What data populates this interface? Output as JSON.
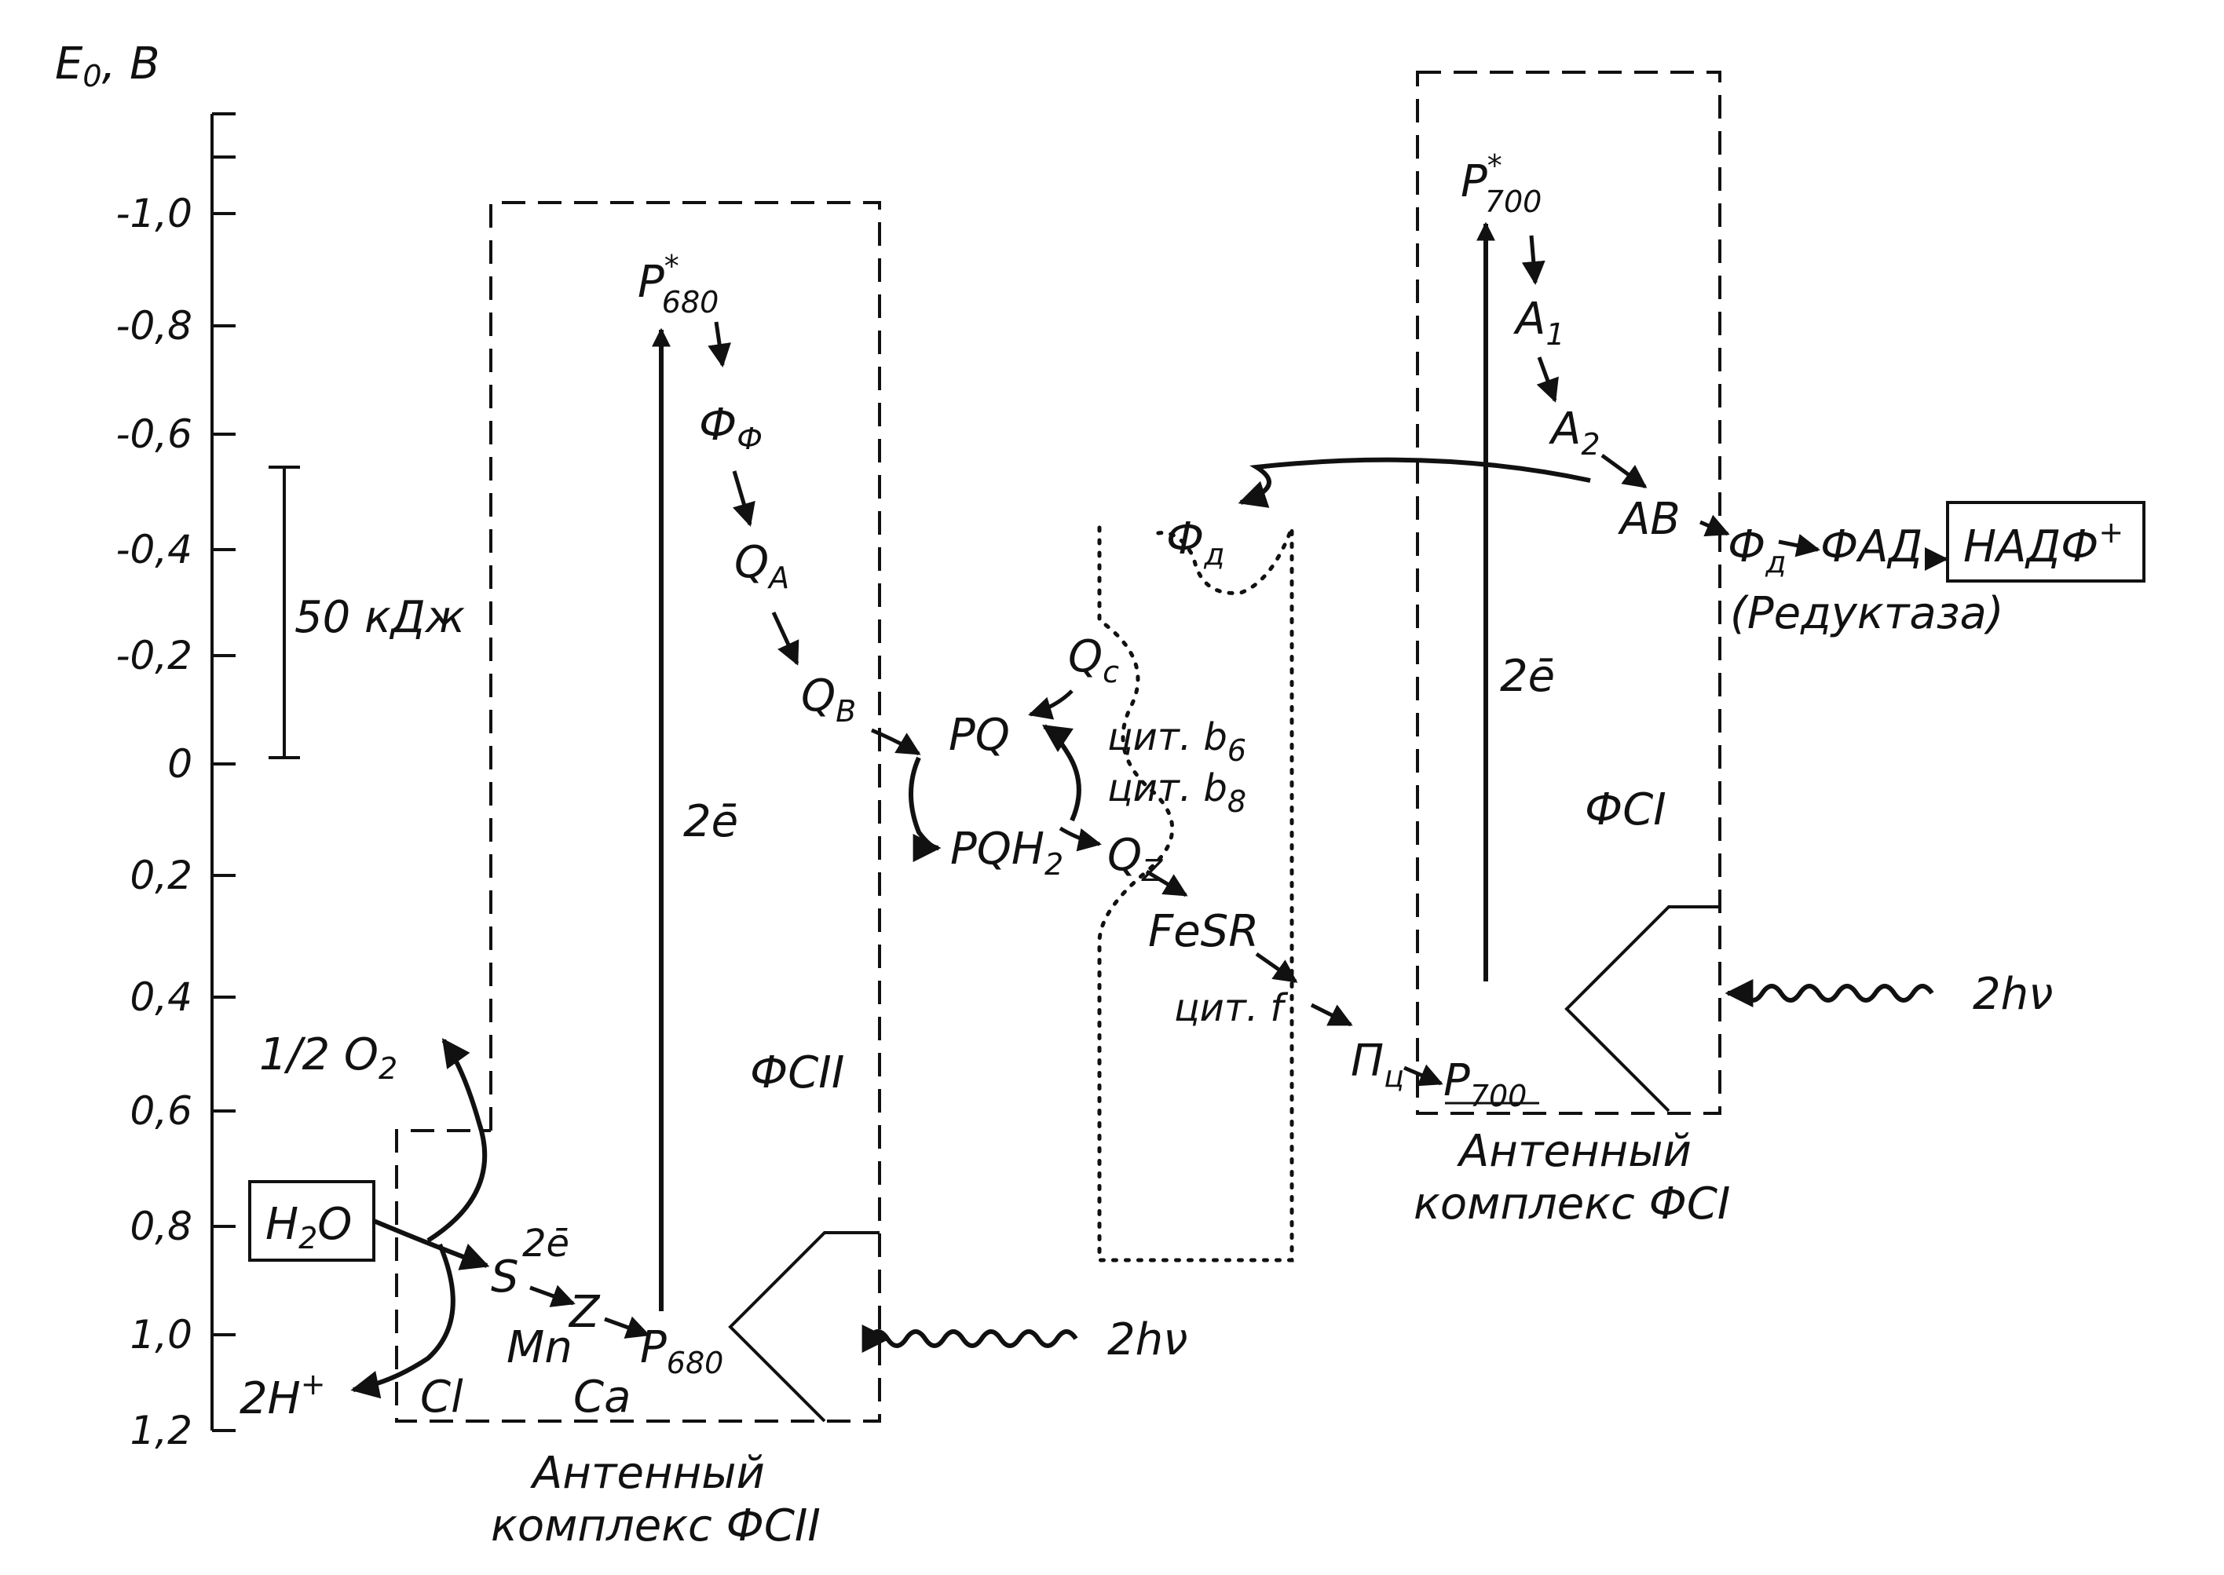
{
  "axis": {
    "label_main": "E",
    "label_sub": "0",
    "label_sup": "′",
    "label_unit": ", B",
    "ticks": [
      "-1,0",
      "-0,8",
      "-0,6",
      "-0,4",
      "-0,2",
      "0",
      "0,2",
      "0,4",
      "0,6",
      "0,8",
      "1,0",
      "1,2"
    ]
  },
  "scale_bar": {
    "label": "50 кДж"
  },
  "ps2": {
    "box_label": "ФСII",
    "p680_star": "P",
    "p680_star_sup": "*",
    "p680_star_sub": "680",
    "pheo": "Ф",
    "pheo_sub": "Ф",
    "qa": "Q",
    "qa_sub": "A",
    "qb": "Q",
    "qb_sub": "B",
    "electrons_up": "2ē",
    "p680": "P",
    "p680_sub": "680",
    "z": "Z",
    "s": "S",
    "s_electrons": "2ē",
    "mn": "Mn",
    "ca": "Ca",
    "cl": "Cl",
    "h2o": "H",
    "h2o_sub": "2",
    "h2o_end": "O",
    "o2": "1/2 O",
    "o2_sub": "2",
    "h_plus": "2H",
    "h_plus_sup": "+",
    "light": "2hν",
    "antenna_line1": "Антенный",
    "antenna_line2": "комплекс ФСII"
  },
  "cytochrome": {
    "fd": "Ф",
    "fd_sub": "д",
    "qc": "Q",
    "qc_sub": "c",
    "pq": "PQ",
    "pqh2": "PQH",
    "pqh2_sub": "2",
    "qz": "Q",
    "qz_sub": "Z",
    "cyt_b6": "цит. b",
    "cyt_b6_sub": "6",
    "cyt_b8": "цит. b",
    "cyt_b8_sub": "8",
    "fesr": "FeSR",
    "cyt_f": "цит. f",
    "pc": "П",
    "pc_sub": "ц"
  },
  "ps1": {
    "box_label": "ФСI",
    "p700_star": "P",
    "p700_star_sup": "*",
    "p700_star_sub": "700",
    "a1": "A",
    "a1_sub": "1",
    "a2": "A",
    "a2_sub": "2",
    "ab": "AB",
    "fd": "Ф",
    "fd_sub": "д",
    "fad": "ФАД",
    "nadp": "НАДФ",
    "nadp_sup": "+",
    "reductase": "(Редуктаза)",
    "electrons_up": "2ē",
    "p700": "P",
    "p700_sub": "700",
    "light": "2hν",
    "antenna_line1": "Антенный",
    "antenna_line2": "комплекс ФСI"
  }
}
